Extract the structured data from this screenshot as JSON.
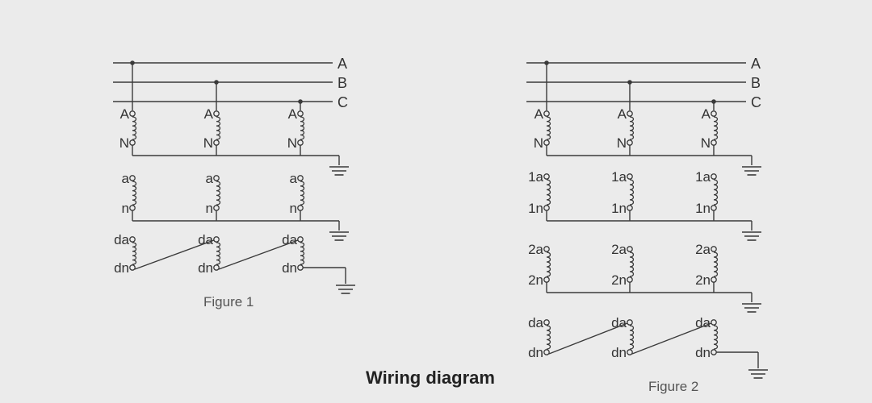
{
  "title": "Wiring diagram",
  "figure1": {
    "caption": "Figure 1",
    "buses": [
      "A",
      "B",
      "C"
    ],
    "primary": [
      "A",
      "N"
    ],
    "secondary": [
      "a",
      "n"
    ],
    "residual": [
      "da",
      "dn"
    ]
  },
  "figure2": {
    "caption": "Figure 2",
    "buses": [
      "A",
      "B",
      "C"
    ],
    "primary": [
      "A",
      "N"
    ],
    "secondary1": [
      "1a",
      "1n"
    ],
    "secondary2": [
      "2a",
      "2n"
    ],
    "residual": [
      "da",
      "dn"
    ]
  },
  "colors": {
    "line": "#3a3a3a",
    "background": "#ebebeb"
  }
}
